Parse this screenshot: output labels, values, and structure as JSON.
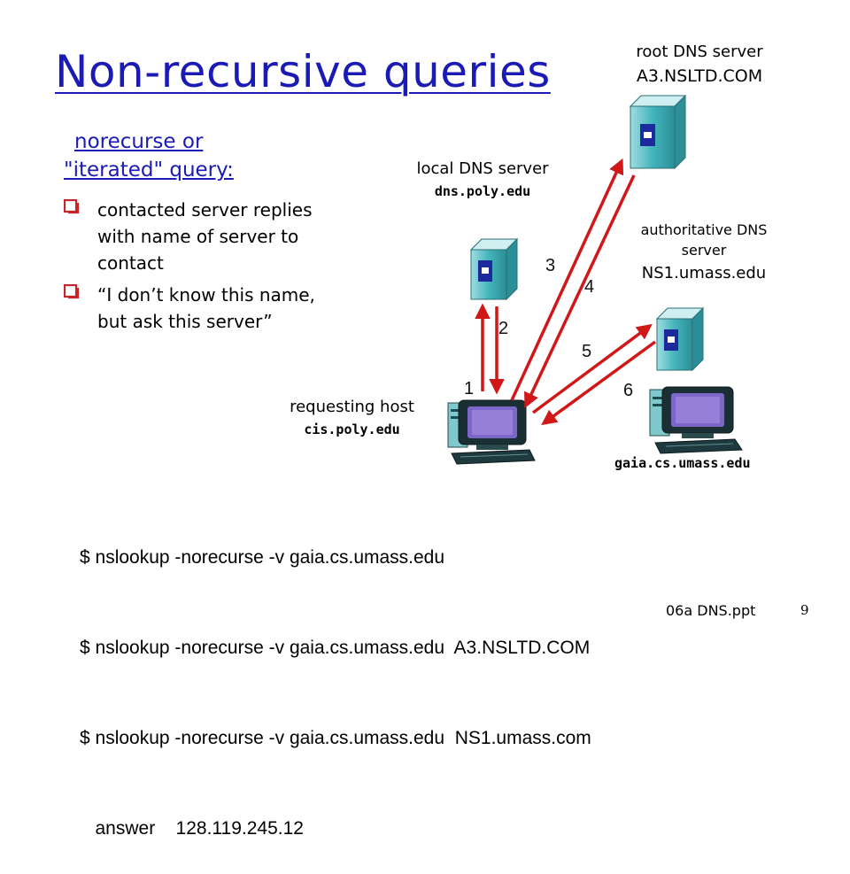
{
  "title": "Non-recursive queries",
  "subhead": {
    "line1": "norecurse or",
    "line2": "\"iterated\" query:"
  },
  "bullets": [
    {
      "text": "contacted server replies with name of server to contact"
    },
    {
      "text": "“I don’t know this name, but ask this server”"
    }
  ],
  "root_server": {
    "label": "root DNS server",
    "name": "A3.NSLTD.COM"
  },
  "local_server": {
    "label": "local DNS server",
    "name": "dns.poly.edu"
  },
  "auth_server": {
    "label_line1": "authoritative DNS",
    "label_line2": "server",
    "name": "NS1.umass.edu"
  },
  "requesting_host": {
    "label": "requesting host",
    "name": "cis.poly.edu"
  },
  "target_host": {
    "name": "gaia.cs.umass.edu"
  },
  "step_numbers": [
    "1",
    "2",
    "3",
    "4",
    "5",
    "6"
  ],
  "commands": [
    "$ nslookup -norecurse -v gaia.cs.umass.edu",
    "$ nslookup -norecurse -v gaia.cs.umass.edu  A3.NSLTD.COM",
    "$ nslookup -norecurse -v gaia.cs.umass.edu  NS1.umass.com",
    "   answer    128.119.245.12"
  ],
  "footer": {
    "source": "06a DNS.ppt",
    "page": "9"
  },
  "colors": {
    "title_blue": "#1a1ab5",
    "arrow_red": "#d01818",
    "server_teal": "#39b0b8",
    "server_badge": "#1c2a9e",
    "bullet_red": "#c8242c"
  },
  "icons": {
    "server": "server-tower-icon",
    "host": "computer-workstation-icon",
    "bullet": "checkbox-bullet-icon"
  }
}
